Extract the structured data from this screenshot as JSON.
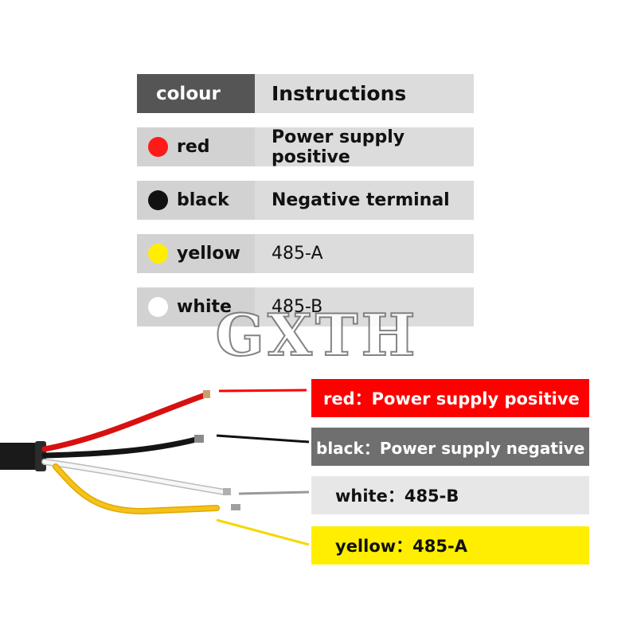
{
  "table": {
    "header": {
      "colour": "colour",
      "instructions": "Instructions"
    },
    "rows": [
      {
        "colour": "red",
        "dot": "#ff1a1a",
        "instruction": "Power supply positive"
      },
      {
        "colour": "black",
        "dot": "#111111",
        "instruction": "Negative terminal"
      },
      {
        "colour": "yellow",
        "dot": "#ffee00",
        "instruction": "485-A"
      },
      {
        "colour": "white",
        "dot": "#ffffff",
        "instruction": "485-B"
      }
    ]
  },
  "watermark": "GXTH",
  "wire_labels": {
    "red": "red：Power supply positive",
    "black": "black：Power supply negative",
    "white": "white：485-B",
    "yellow": "yellow：485-A"
  },
  "colors": {
    "red": "#ff0000",
    "black": "#111111",
    "white": "#f2f2f2",
    "yellow": "#ffee00",
    "header_dark": "#555555",
    "cell_gray": "#d6d6d6",
    "black_label": "#6f6f6f"
  }
}
